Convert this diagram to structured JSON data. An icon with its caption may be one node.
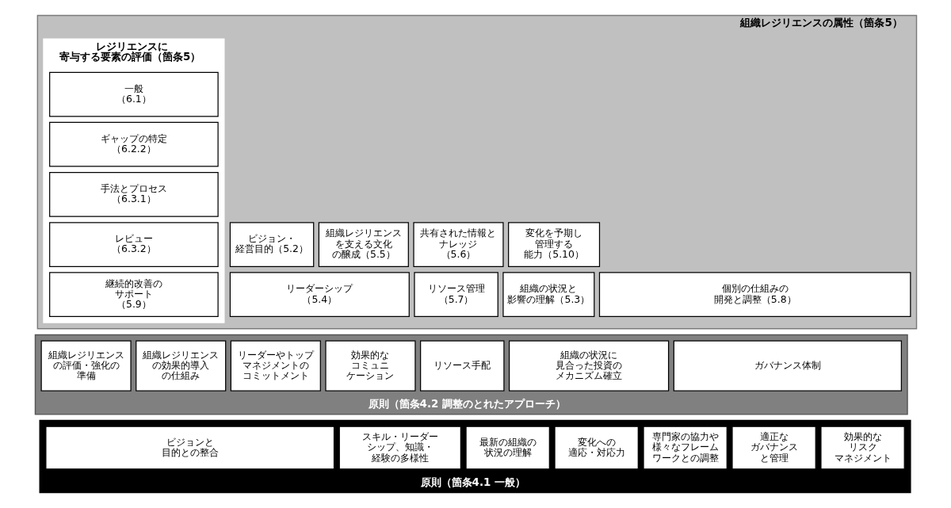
{
  "diagram": {
    "nodes": [
      {
        "text": [
          "組織レジリエンスの属性（箇条5）"
        ]
      },
      {
        "text": [
          "レジリエンスに寄与する要素の評価（箇条5）"
        ],
        "in": 0
      },
      {
        "text": [
          "一般（6.1）"
        ],
        "in": 1
      },
      {
        "text": [
          "ギャップの特定（6.2.2）"
        ],
        "in": 1
      },
      {
        "text": [
          "手法とプロセス（6.3.1）"
        ],
        "in": 1
      },
      {
        "text": [
          "レビュー（6.3.2）"
        ],
        "in": 1
      },
      {
        "text": [
          "継続的改善のサポート（5.9）"
        ],
        "in": 1
      },
      {
        "text": [
          "ビジョン・経営目的（5.2）"
        ],
        "in": 0
      },
      {
        "text": [
          "組織レジリエンスを支える文化の醸成（5.5）"
        ],
        "in": 0
      },
      {
        "text": [
          "共有された情報とナレッジ（5.6）"
        ],
        "in": 0
      },
      {
        "text": [
          "変化を予期し管理する能力（5.10）"
        ],
        "in": 0
      },
      {
        "text": [
          "リーダーシップ（5.4）"
        ],
        "in": 0
      },
      {
        "text": [
          "リソース管理（5.7）"
        ],
        "in": 0
      },
      {
        "text": [
          "組織の状況と影響の理解（5.3）"
        ],
        "in": 0
      },
      {
        "text": [
          "個別の仕組みの開発と調整（5.8）"
        ],
        "in": 0
      },
      {
        "text": [
          "原則（箇条4.2 調整のとれたアプローチ）"
        ]
      },
      {
        "text": [
          "組織レジリエンスの評価・強化の準備"
        ],
        "in": 15
      },
      {
        "text": [
          "組織レジリエンスの効果的導入の仕組み"
        ],
        "in": 15
      },
      {
        "text": [
          "リーダーやトップマネジメントのコミットメント"
        ],
        "in": 15
      },
      {
        "text": [
          "効果的なコミュニケーション"
        ],
        "in": 15
      },
      {
        "text": [
          "リソース手配"
        ],
        "in": 15
      },
      {
        "text": [
          "組織の状況に見合った投資のメカニズム確立"
        ],
        "in": 15
      },
      {
        "text": [
          "ガバナンス体制"
        ],
        "in": 15
      },
      {
        "text": [
          "原則（箇条4.1 一般）"
        ]
      },
      {
        "text": [
          "ビジョンと目的との整合"
        ],
        "in": 23
      },
      {
        "text": [
          "スキル・リーダーシップ、知識・経験の多様性"
        ],
        "in": 23
      },
      {
        "text": [
          "最新の組織の状況の理解"
        ],
        "in": 23
      },
      {
        "text": [
          "変化への適応・対応力"
        ],
        "in": 23
      },
      {
        "text": [
          "専門家の協力や様々なフレームワークとの調整"
        ],
        "in": 23
      },
      {
        "text": [
          "適正なガバナンスと管理"
        ],
        "in": 23
      },
      {
        "text": [
          "効果的なリスクマネジメント"
        ],
        "in": 23
      }
    ]
  }
}
